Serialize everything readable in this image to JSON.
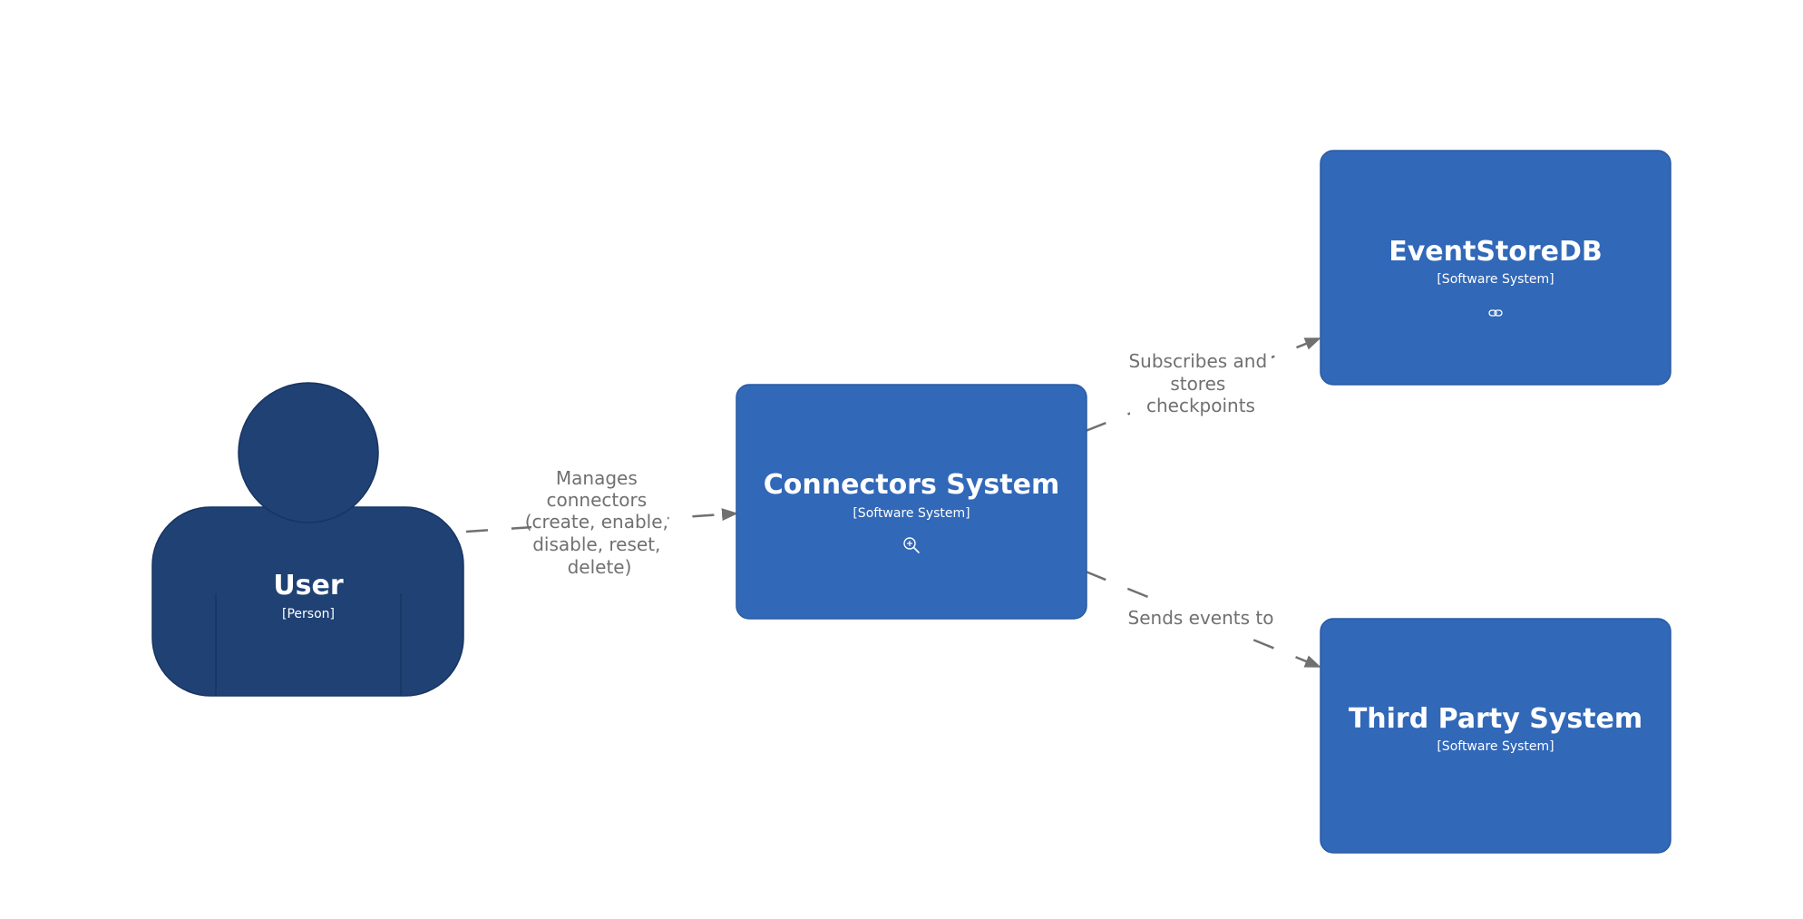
{
  "colors": {
    "person_fill": "#1f4174",
    "person_stroke": "#173563",
    "system_fill": "#3168b8",
    "system_stroke": "#2a5aa3",
    "edge": "#707070",
    "edge_label": "#707070",
    "node_text": "#ffffff",
    "background": "#ffffff"
  },
  "nodes": {
    "user": {
      "title": "User",
      "type": "[Person]"
    },
    "connectors": {
      "title": "Connectors System",
      "type": "[Software System]",
      "icon": "zoom-in-icon"
    },
    "eventstore": {
      "title": "EventStoreDB",
      "type": "[Software System]",
      "icon": "link-icon"
    },
    "thirdparty": {
      "title": "Third Party System",
      "type": "[Software System]"
    }
  },
  "edges": {
    "manages": {
      "label_lines": [
        "Manages",
        "connectors",
        "(create, enable,",
        "disable, reset,",
        "delete)"
      ]
    },
    "subscribes": {
      "label_lines": [
        "Subscribes and",
        "stores",
        "checkpoints"
      ]
    },
    "sends": {
      "label_lines": [
        "Sends events to"
      ]
    }
  }
}
